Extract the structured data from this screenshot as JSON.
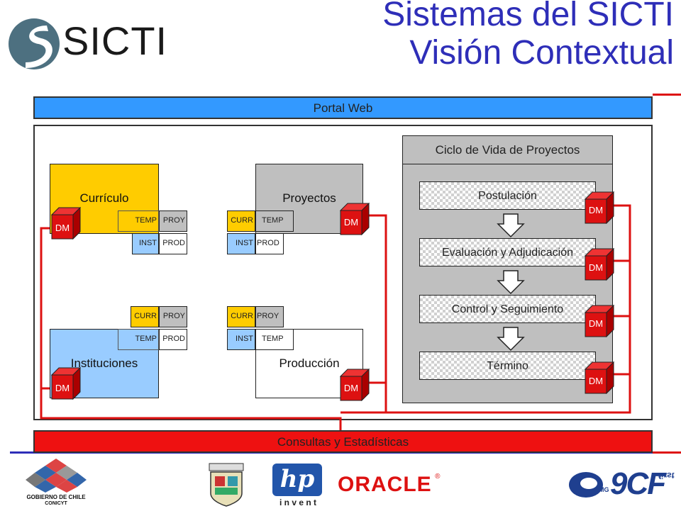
{
  "title": {
    "line1": "Sistemas del SICTI",
    "line2": "Visión Contextual"
  },
  "logo": {
    "text": "SICTI"
  },
  "portal": {
    "label": "Portal Web"
  },
  "consultas": {
    "label": "Consultas y Estadísticas"
  },
  "dm_label": "DM",
  "modules": {
    "curriculo": {
      "title": "Currículo",
      "tags": [
        "TEMP",
        "PROY",
        "INST",
        "PROD"
      ]
    },
    "proyectos": {
      "title": "Proyectos",
      "tags": [
        "CURR",
        "TEMP",
        "INST",
        "PROD"
      ]
    },
    "instituciones": {
      "title": "Instituciones",
      "tags": [
        "CURR",
        "PROY",
        "TEMP",
        "PROD"
      ]
    },
    "produccion": {
      "title": "Producción",
      "tags": [
        "CURR",
        "PROY",
        "INST",
        "TEMP"
      ]
    }
  },
  "ciclo": {
    "title": "Ciclo de Vida de Proyectos",
    "phases": [
      "Postulación",
      "Evaluación y Adjudicación",
      "Control y Seguimiento",
      "Término"
    ]
  },
  "footer": {
    "gov_line1": "GOBIERNO DE CHILE",
    "gov_line2": "CONICYT",
    "hp_text": "hp",
    "hp_invent": "i n v e n t",
    "oracle": "ORACLE",
    "oracle_mark": "®",
    "gcf_small": "MG",
    "gcf_text": "9CF",
    "gcf_sup": "first"
  },
  "colors": {
    "title": "#2e2eb8",
    "portal": "#3399ff",
    "consultas": "#ee1111",
    "line": "#dd1111",
    "dm": "#dd1111"
  }
}
